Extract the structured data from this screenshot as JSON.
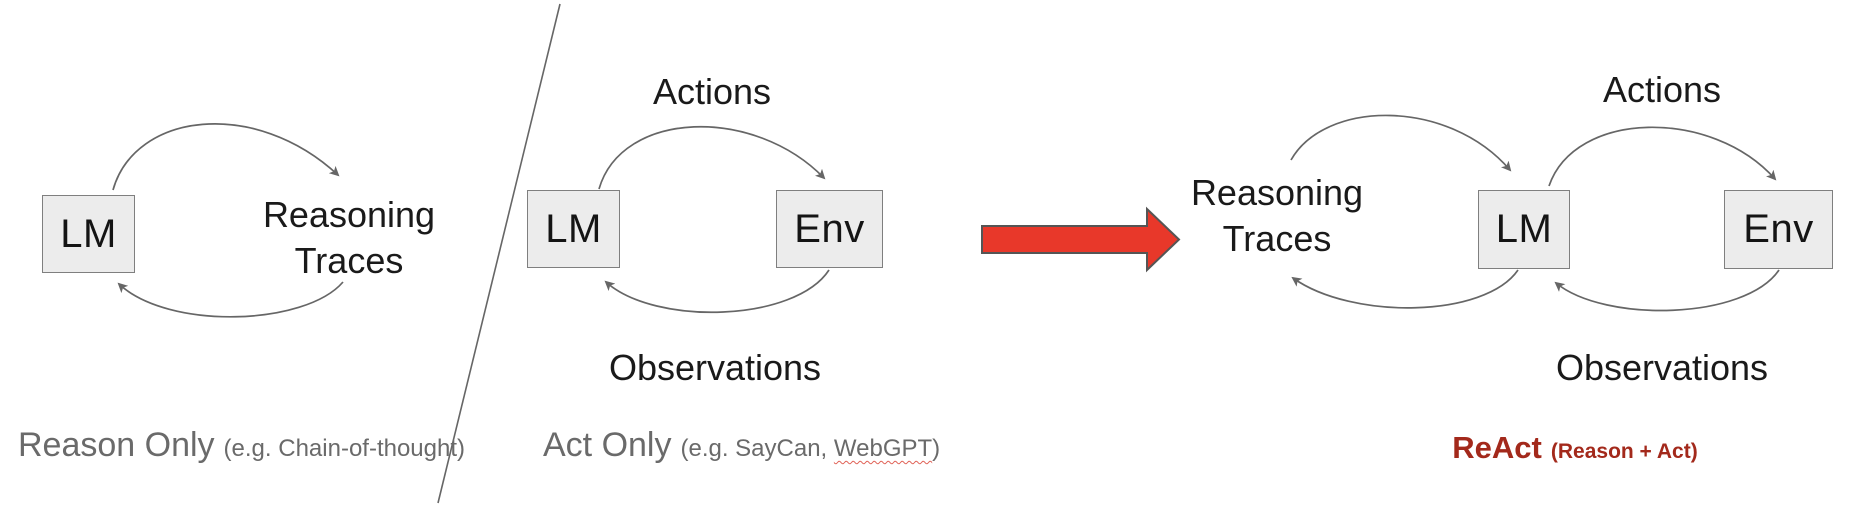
{
  "reason_only": {
    "lm_box": "LM",
    "loop_label_line1": "Reasoning",
    "loop_label_line2": "Traces",
    "caption": "Reason Only",
    "caption_sub": "(e.g. Chain-of-thought)"
  },
  "act_only": {
    "lm_box": "LM",
    "env_box": "Env",
    "top_arrow_label": "Actions",
    "bottom_arrow_label": "Observations",
    "caption": "Act Only",
    "caption_sub_prefix": "(e.g. SayCan, ",
    "caption_sub_misspelled_word": "WebGPT",
    "caption_sub_suffix": ")"
  },
  "react": {
    "loop_label_line1": "Reasoning",
    "loop_label_line2": "Traces",
    "lm_box": "LM",
    "env_box": "Env",
    "top_arrow_label": "Actions",
    "bottom_arrow_label": "Observations",
    "caption": "ReAct",
    "caption_sub": "(Reason + Act)"
  },
  "colors": {
    "box_fill": "#ececec",
    "box_border": "#7f7f7f",
    "arc_stroke": "#666666",
    "label_text": "#1a1a1a",
    "caption_gray": "#6a6a6a",
    "transform_arrow_fill": "#e8382a",
    "transform_arrow_outline": "#555555",
    "react_caption_red": "#a3291b",
    "spellcheck_squiggle": "#e06055"
  }
}
